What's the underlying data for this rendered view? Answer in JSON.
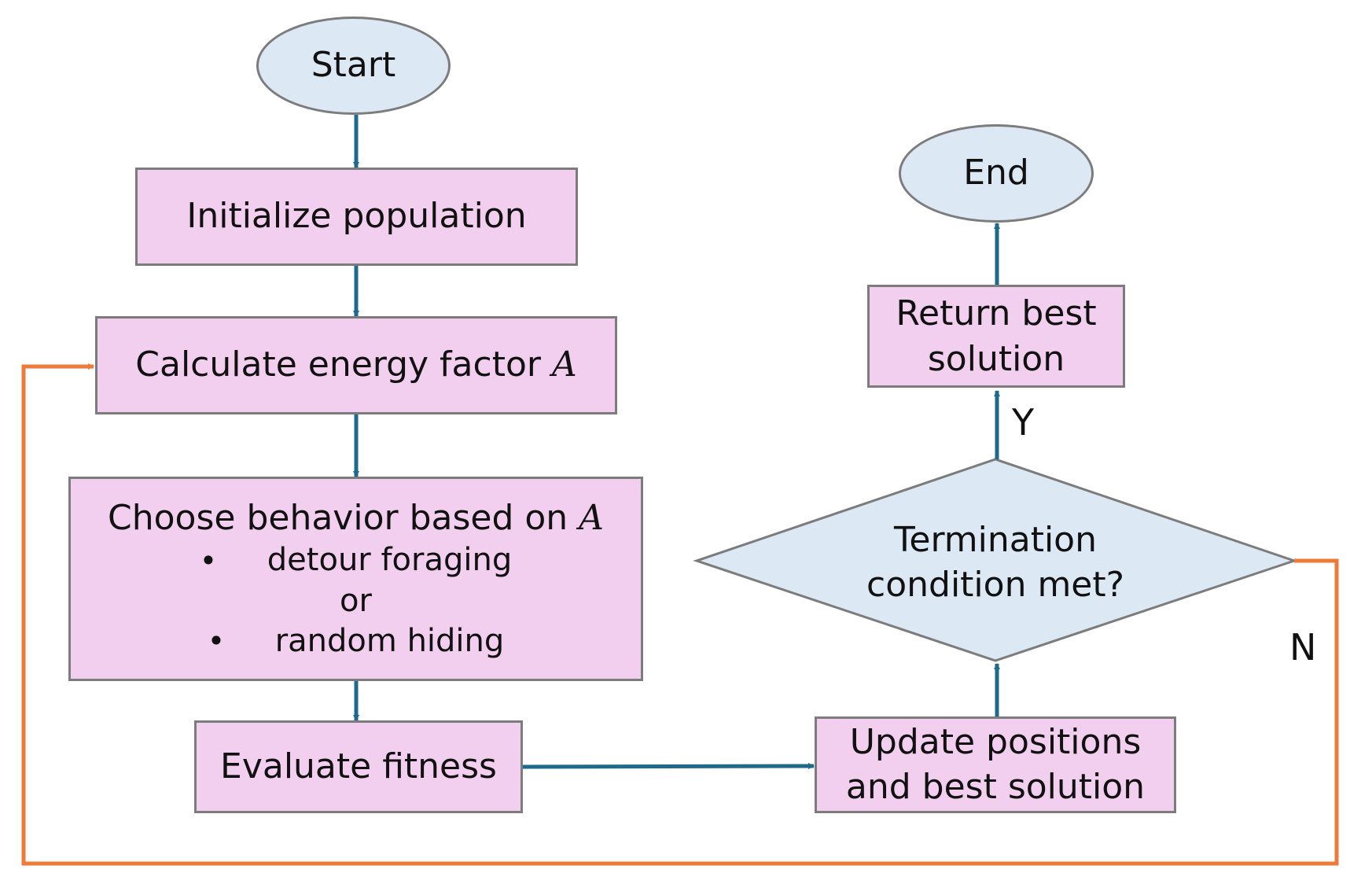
{
  "diagram": {
    "start": "Start",
    "end": "End",
    "init": "Initialize population",
    "energy": {
      "text": "Calculate energy factor ",
      "var": "A"
    },
    "choose": {
      "title": "Choose behavior based on ",
      "var": "A",
      "option1": "detour foraging",
      "or": "or",
      "option2": "random hiding",
      "bullet": "•"
    },
    "evaluate": "Evaluate fitness",
    "update": {
      "line1": "Update positions",
      "line2": "and best solution"
    },
    "decision": {
      "line1": "Termination",
      "line2": "condition met?"
    },
    "return": {
      "line1": "Return best",
      "line2": "solution"
    },
    "yes_label": "Y",
    "no_label": "N"
  },
  "colors": {
    "process_fill": "#f2cfee",
    "terminal_fill": "#dde8f5",
    "decision_fill": "#dde8f5",
    "border": "#7c7c7c",
    "flow_arrow": "#1f6a8a",
    "loop_arrow": "#ee7a3a"
  }
}
